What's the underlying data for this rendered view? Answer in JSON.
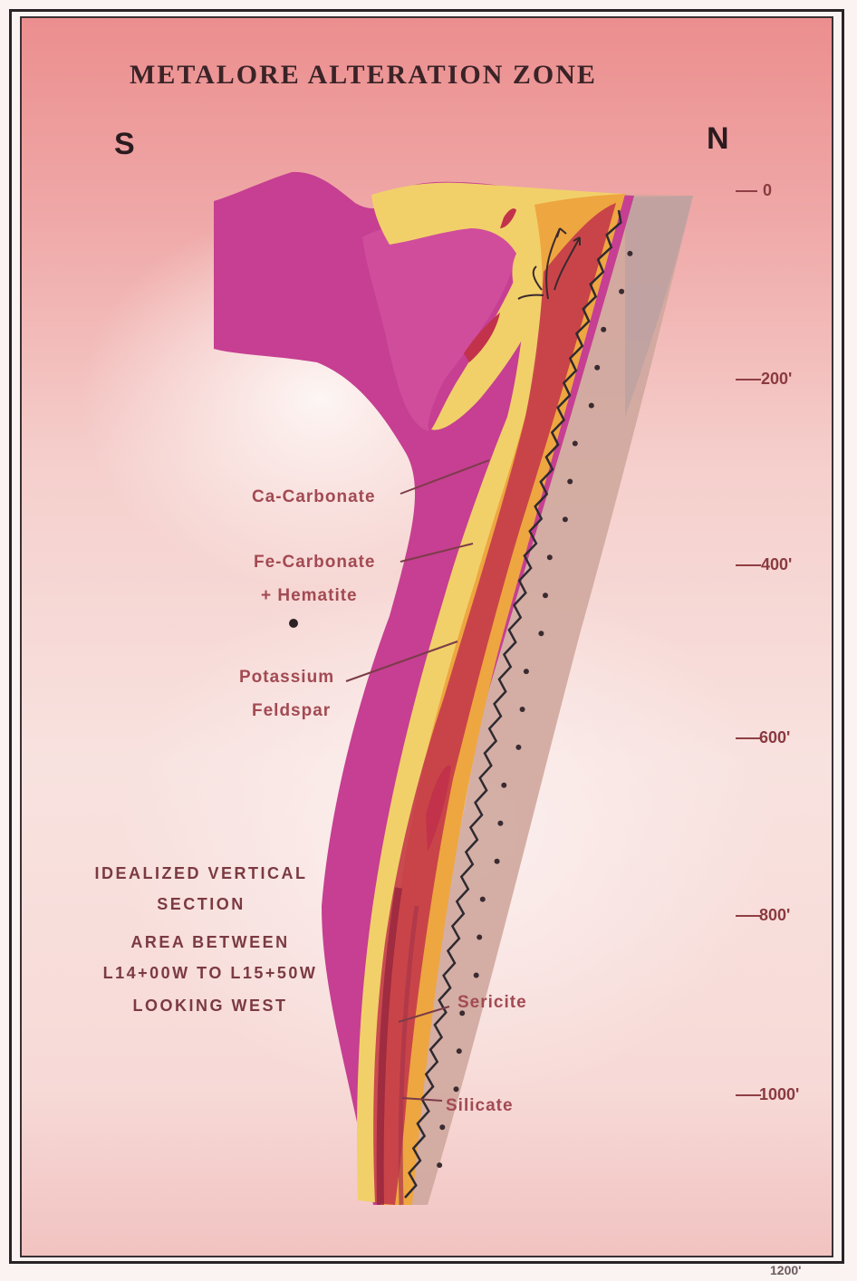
{
  "title": "METALORE ALTERATION ZONE",
  "compass": {
    "south": "S",
    "north": "N"
  },
  "zone_labels": {
    "ca_carbonate": "Ca-Carbonate",
    "fe_carbonate": "Fe-Carbonate",
    "hematite": "+ Hematite",
    "potassium": "Potassium",
    "feldspar": "Feldspar",
    "sericite": "Sericite",
    "silicate": "Silicate"
  },
  "caption": {
    "line1": "IDEALIZED  VERTICAL",
    "line2": "SECTION",
    "line3": "AREA  BETWEEN",
    "line4": "L14+00W  TO  L15+50W",
    "line5": "LOOKING  WEST"
  },
  "depth_scale": {
    "ticks": [
      "0",
      "200'",
      "400'",
      "600'",
      "800'",
      "1000'",
      "1200'"
    ]
  },
  "colors": {
    "magenta_zone": "#c63f92",
    "yellow_zone": "#f1d06a",
    "orange_zone": "#eea640",
    "red_zone": "#c2324a",
    "sericite_band": "#d0a59b",
    "frame": "#2a2326"
  }
}
